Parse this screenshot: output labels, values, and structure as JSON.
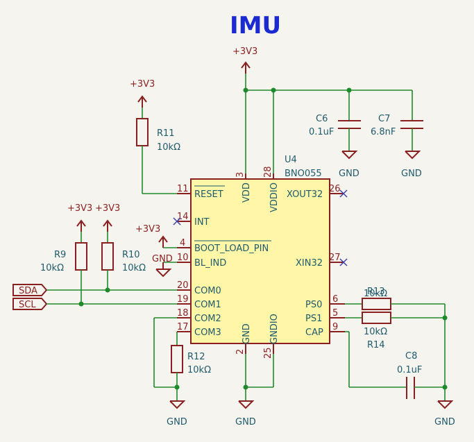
{
  "title": "IMU",
  "power_labels": {
    "v3v3_top": "+3V3",
    "v3v3_r11": "+3V3",
    "v3v3_r9": "+3V3",
    "v3v3_r10": "+3V3",
    "v3v3_boot": "+3V3",
    "gnd_boot": "GND",
    "gnd_c6": "GND",
    "gnd_c7": "GND",
    "gnd_r12": "GND",
    "gnd_ic": "GND",
    "gnd_c8": "GND"
  },
  "ic": {
    "ref": "U4",
    "value": "BNO055",
    "pins_left": [
      {
        "num": "11",
        "name": "RESET"
      },
      {
        "num": "14",
        "name": "INT"
      },
      {
        "num": "4",
        "name": "BOOT_LOAD_PIN"
      },
      {
        "num": "10",
        "name": "BL_IND"
      },
      {
        "num": "20",
        "name": "COM0"
      },
      {
        "num": "19",
        "name": "COM1"
      },
      {
        "num": "18",
        "name": "COM2"
      },
      {
        "num": "17",
        "name": "COM3"
      }
    ],
    "pins_right": [
      {
        "num": "26",
        "name": "XOUT32"
      },
      {
        "num": "27",
        "name": "XIN32"
      },
      {
        "num": "6",
        "name": "PS0"
      },
      {
        "num": "5",
        "name": "PS1"
      },
      {
        "num": "9",
        "name": "CAP"
      }
    ],
    "pins_top": [
      {
        "num": "3",
        "name": "VDD"
      },
      {
        "num": "28",
        "name": "VDDIO"
      }
    ],
    "pins_bottom": [
      {
        "num": "2",
        "name": "GND"
      },
      {
        "num": "25",
        "name": "GNDIO"
      }
    ]
  },
  "components": {
    "R11": {
      "ref": "R11",
      "value": "10kΩ"
    },
    "R9": {
      "ref": "R9",
      "value": "10kΩ"
    },
    "R10": {
      "ref": "R10",
      "value": "10kΩ"
    },
    "R12": {
      "ref": "R12",
      "value": "10kΩ"
    },
    "R13": {
      "ref": "R13",
      "value": "10kΩ"
    },
    "R14": {
      "ref": "R14",
      "value": "10kΩ"
    },
    "C6": {
      "ref": "C6",
      "value": "0.1uF"
    },
    "C7": {
      "ref": "C7",
      "value": "6.8nF"
    },
    "C8": {
      "ref": "C8",
      "value": "0.1uF"
    }
  },
  "nets": {
    "sda": "SDA",
    "scl": "SCL"
  },
  "colors": {
    "background": "#f5f4ef",
    "wire": "#1e8a2a",
    "part": "#8a1f1f",
    "ic_body": "#fff6a8",
    "text": "#1e5a6b",
    "title": "#1a2ad0"
  }
}
